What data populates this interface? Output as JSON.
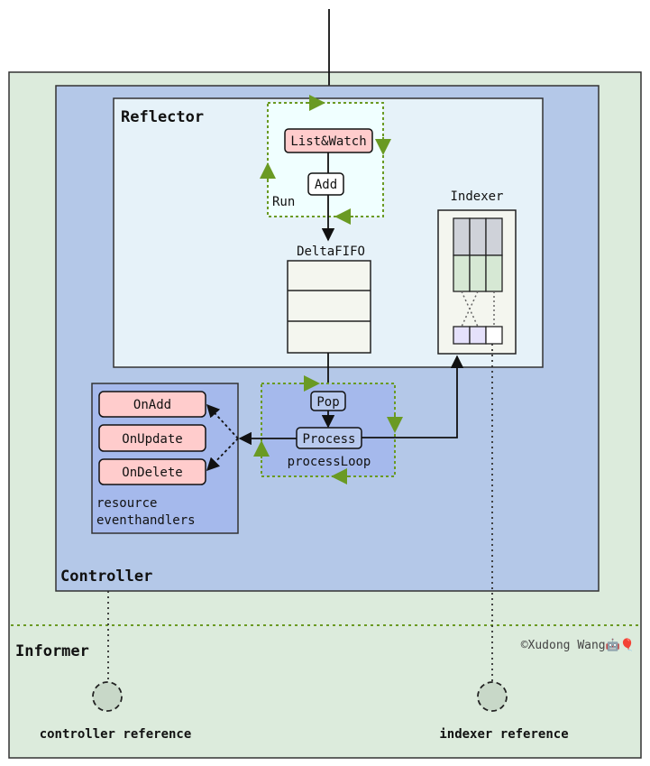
{
  "informer": {
    "label": "Informer"
  },
  "controller": {
    "label": "Controller"
  },
  "reflector": {
    "label": "Reflector"
  },
  "list_watch": {
    "label": "List&Watch"
  },
  "add": {
    "label": "Add"
  },
  "run": {
    "label": "Run"
  },
  "deltafifo": {
    "label": "DeltaFIFO"
  },
  "indexer": {
    "label": "Indexer"
  },
  "pop": {
    "label": "Pop"
  },
  "process": {
    "label": "Process"
  },
  "process_loop": {
    "label": "processLoop"
  },
  "handlers": {
    "items": [
      "OnAdd",
      "OnUpdate",
      "OnDelete"
    ],
    "caption_line1": "resource",
    "caption_line2": "eventhandlers"
  },
  "copyright": {
    "text": "©Xudong Wang🤖🎈"
  },
  "refs": {
    "controller": "controller reference",
    "indexer": "indexer reference"
  },
  "colors": {
    "informer_bg": "#dcebdc",
    "controller_bg": "#b4c8e8",
    "reflector_bg": "#e6f2f9",
    "run_bg": "#f0ffff",
    "process_bg": "#a5b9ec",
    "handler_bg": "#ffcccc",
    "green_dotted": "#6a9a23",
    "box_bg": "#f4f6ef",
    "indexer_gray": "#cfd2d9",
    "indexer_green": "#d6e8d4",
    "indexer_purple": "#e5e1fb",
    "ref_circle": "#c8d8c8"
  }
}
